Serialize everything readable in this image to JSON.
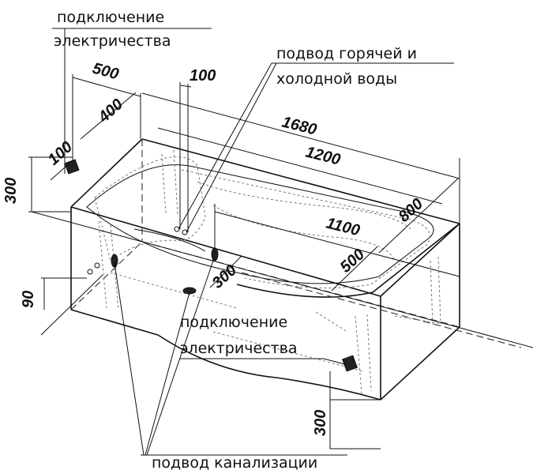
{
  "labels": {
    "electric_top_line1": "подключение",
    "electric_top_line2": "электричества",
    "water_line1": "подвод горячей и",
    "water_line2": "холодной воды",
    "electric_mid_line1": "подключение",
    "electric_mid_line2": "электричества",
    "sewer": "подвод канализации"
  },
  "dimensions": {
    "d500_top": "500",
    "d400": "400",
    "d100_top": "100",
    "d100_left": "100",
    "d300_left": "300",
    "d1680": "1680",
    "d1200": "1200",
    "d800": "800",
    "d1100": "1100",
    "d500_right": "500",
    "d300_center": "300",
    "d90": "90",
    "d300_bottom": "300"
  }
}
